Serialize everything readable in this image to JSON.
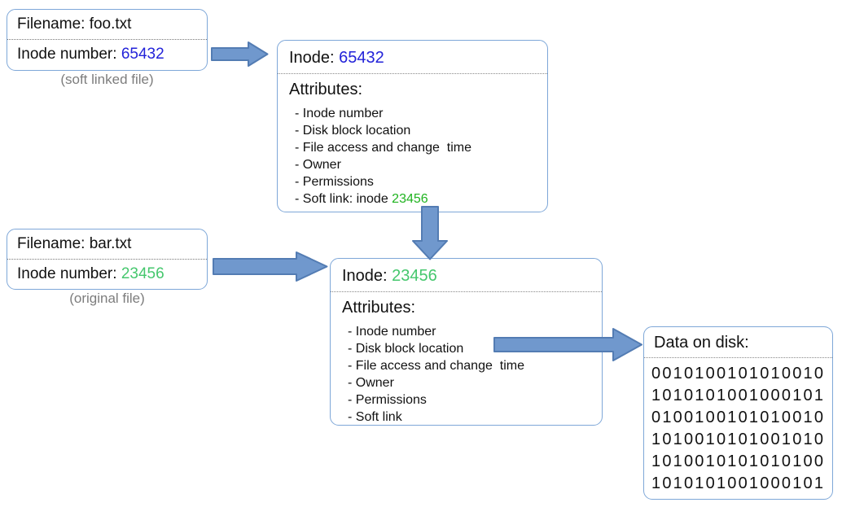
{
  "diagram": {
    "title_semantic": "soft link inode diagram",
    "colors": {
      "box_border": "#7ea7d8",
      "arrow_fill": "#7098cd",
      "arrow_stroke": "#537cb3",
      "inode_blue": "#2323d9",
      "inode_green_large": "#45c76d",
      "inode_green_small": "#1fb31f",
      "caption_gray": "#7d7d7d",
      "text": "#111111"
    },
    "file_boxes": [
      {
        "filename_line": "Filename: foo.txt",
        "inode_label": "Inode number: ",
        "inode_value": "65432",
        "caption": "(soft linked file)"
      },
      {
        "filename_line": "Filename: bar.txt",
        "inode_label": "Inode number: ",
        "inode_value": "23456",
        "caption": "(original file)"
      }
    ],
    "inode_boxes": [
      {
        "title_label": "Inode: ",
        "title_value": "65432",
        "attributes_heading": "Attributes:",
        "attributes": [
          "- Inode number",
          "- Disk block location",
          "- File access and change  time",
          "- Owner",
          "- Permissions"
        ],
        "soft_link_prefix": "- Soft link: inode ",
        "soft_link_value": "23456"
      },
      {
        "title_label": "Inode: ",
        "title_value": "23456",
        "attributes_heading": "Attributes:",
        "attributes": [
          "- Inode number",
          "- Disk block location",
          "- File access and change  time",
          "- Owner",
          "- Permissions",
          "- Soft link"
        ]
      }
    ],
    "disk_box": {
      "title": "Data on disk:",
      "binary_lines": [
        "0010100101010010",
        "1010101001000101",
        "0100100101010010",
        "1010010101001010",
        "1010010101010100",
        "1010101001000101"
      ]
    },
    "arrows": [
      {
        "name": "foo-to-inode-65432",
        "direction": "right"
      },
      {
        "name": "inode-65432-softlink-to-inode-23456",
        "direction": "down"
      },
      {
        "name": "bar-to-inode-23456",
        "direction": "right"
      },
      {
        "name": "disk-block-location-to-data-on-disk",
        "direction": "right"
      }
    ]
  }
}
